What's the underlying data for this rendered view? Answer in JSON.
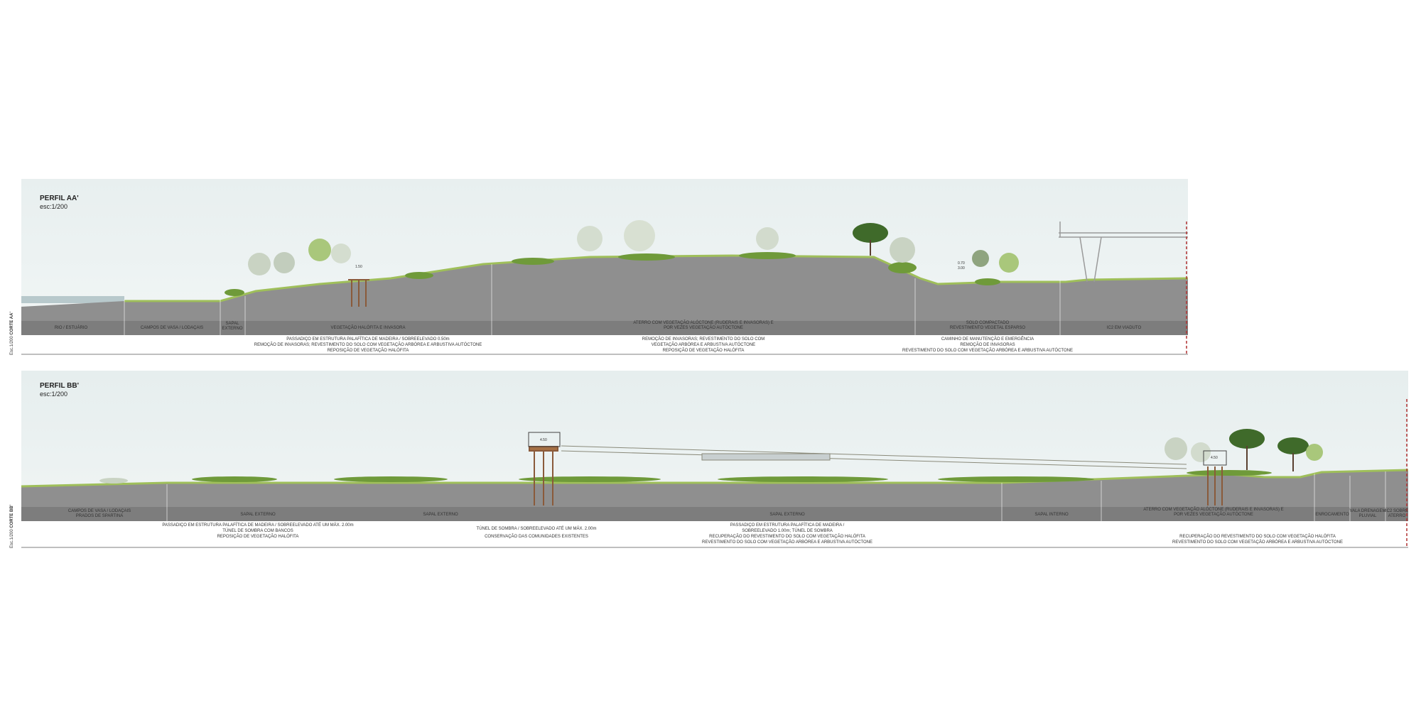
{
  "profiles": [
    {
      "title": "PERFIL AA'",
      "scale": "esc:1/200",
      "side_label": "CORTE AA'",
      "side_scale": "Esc.1/200",
      "zones": [
        "RIO / ESTUÁRIO",
        "CAMPOS DE VASA / LODAÇAIS",
        "SAPAL\nEXTERNO",
        "VEGETAÇÃO HALÓFITA E INVASORA",
        "ATERRO COM VEGETAÇÃO ALÓCTONE (RUDERAIS E INVASORAS) E\nPOR VEZES VEGETAÇÃO AUTÓCTONE",
        "SOLO COMPACTADO\nREVESTIMENTO VEGETAL ESPARSO",
        "IC2 EM VIADUTO"
      ],
      "actions": [
        "PASSADIÇO EM ESTRUTURA PALAFÍTICA DE MADEIRA / SOBREELEVADO 0.50m\nREMOÇÃO DE INVASORAS; REVESTIMENTO DO SOLO COM VEGETAÇÃO ARBÓREA E ARBUSTIVA AUTÓCTONE\nREPOSIÇÃO DE VEGETAÇÃO HALÓFITA",
        "REMOÇÃO DE INVASORAS; REVESTIMENTO DO SOLO COM\nVEGETAÇÃO ARBÓREA E ARBUSTIVA AUTÓCTONE\nREPOSIÇÃO DE VEGETAÇÃO HALÓFITA",
        "CAMINHO DE MANUTENÇÃO E EMERGÊNCIA\nREMOÇÃO DE INVASORAS\nREVESTIMENTO DO SOLO COM VEGETAÇÃO ARBÓREA E ARBUSTIVA AUTÓCTONE"
      ],
      "dimensions": [
        "1.50",
        "0.70",
        "3.00"
      ]
    },
    {
      "title": "PERFIL BB'",
      "scale": "esc:1/200",
      "side_label": "CORTE BB'",
      "side_scale": "Esc.1/200",
      "zones": [
        "CAMPOS DE VASA / LODAÇAIS\nPRADOS DE SPARTINA",
        "SAPAL EXTERNO",
        "SAPAL EXTERNO",
        "SAPAL EXTERNO",
        "SAPAL INTERNO",
        "ATERRO COM VEGETAÇÃO ALÓCTONE (RUDERAIS E INVASORAS) E\nPOR VEZES VEGETAÇÃO AUTÓCTONE",
        "ENROCAMENTO",
        "VALA DRENAGEM\nPLUVIAL",
        "IC2 SOBRE\nATERRO"
      ],
      "actions": [
        "PASSADIÇO EM ESTRUTURA PALAFÍTICA DE MADEIRA / SOBREELEVADO ATÉ UM MÁX. 2.00m\nTÚNEL DE SOMBRA COM BANCOS\nREPOSIÇÃO DE VEGETAÇÃO HALÓFITA",
        "TÚNEL DE SOMBRA / SOBREELEVADO ATÉ UM MÁX. 2.00m\nCONSERVAÇÃO DAS COMUNIDADES EXISTENTES",
        "PASSADIÇO EM ESTRUTURA PALAFÍTICA DE MADEIRA /\nSOBREELEVADO 1.00m; TÚNEL DE SOMBRA\nRECUPERAÇÃO DO REVESTIMENTO DO SOLO COM VEGETAÇÃO HALÓFITA\nREVESTIMENTO DO SOLO COM VEGETAÇÃO ARBÓREA E ARBUSTIVA AUTÓCTONE",
        "RECUPERAÇÃO DO REVESTIMENTO DO SOLO COM VEGETAÇÃO HALÓFITA\nREVESTIMENTO DO SOLO COM VEGETAÇÃO ARBÓREA E ARBUSTIVA AUTÓCTONE"
      ],
      "dimensions": [
        "4.50",
        "4.50"
      ]
    }
  ],
  "colors": {
    "ground": "#8f8f8f",
    "ground_dark": "#7d7d7d",
    "grass": "#9fbf5a",
    "shrub": "#6f9a3a",
    "tree_dark": "#3f6a2a",
    "tree_light": "#c9d3c3",
    "timber": "#8a5a3a",
    "water": "#b8c9cc",
    "redline": "#b03030"
  }
}
